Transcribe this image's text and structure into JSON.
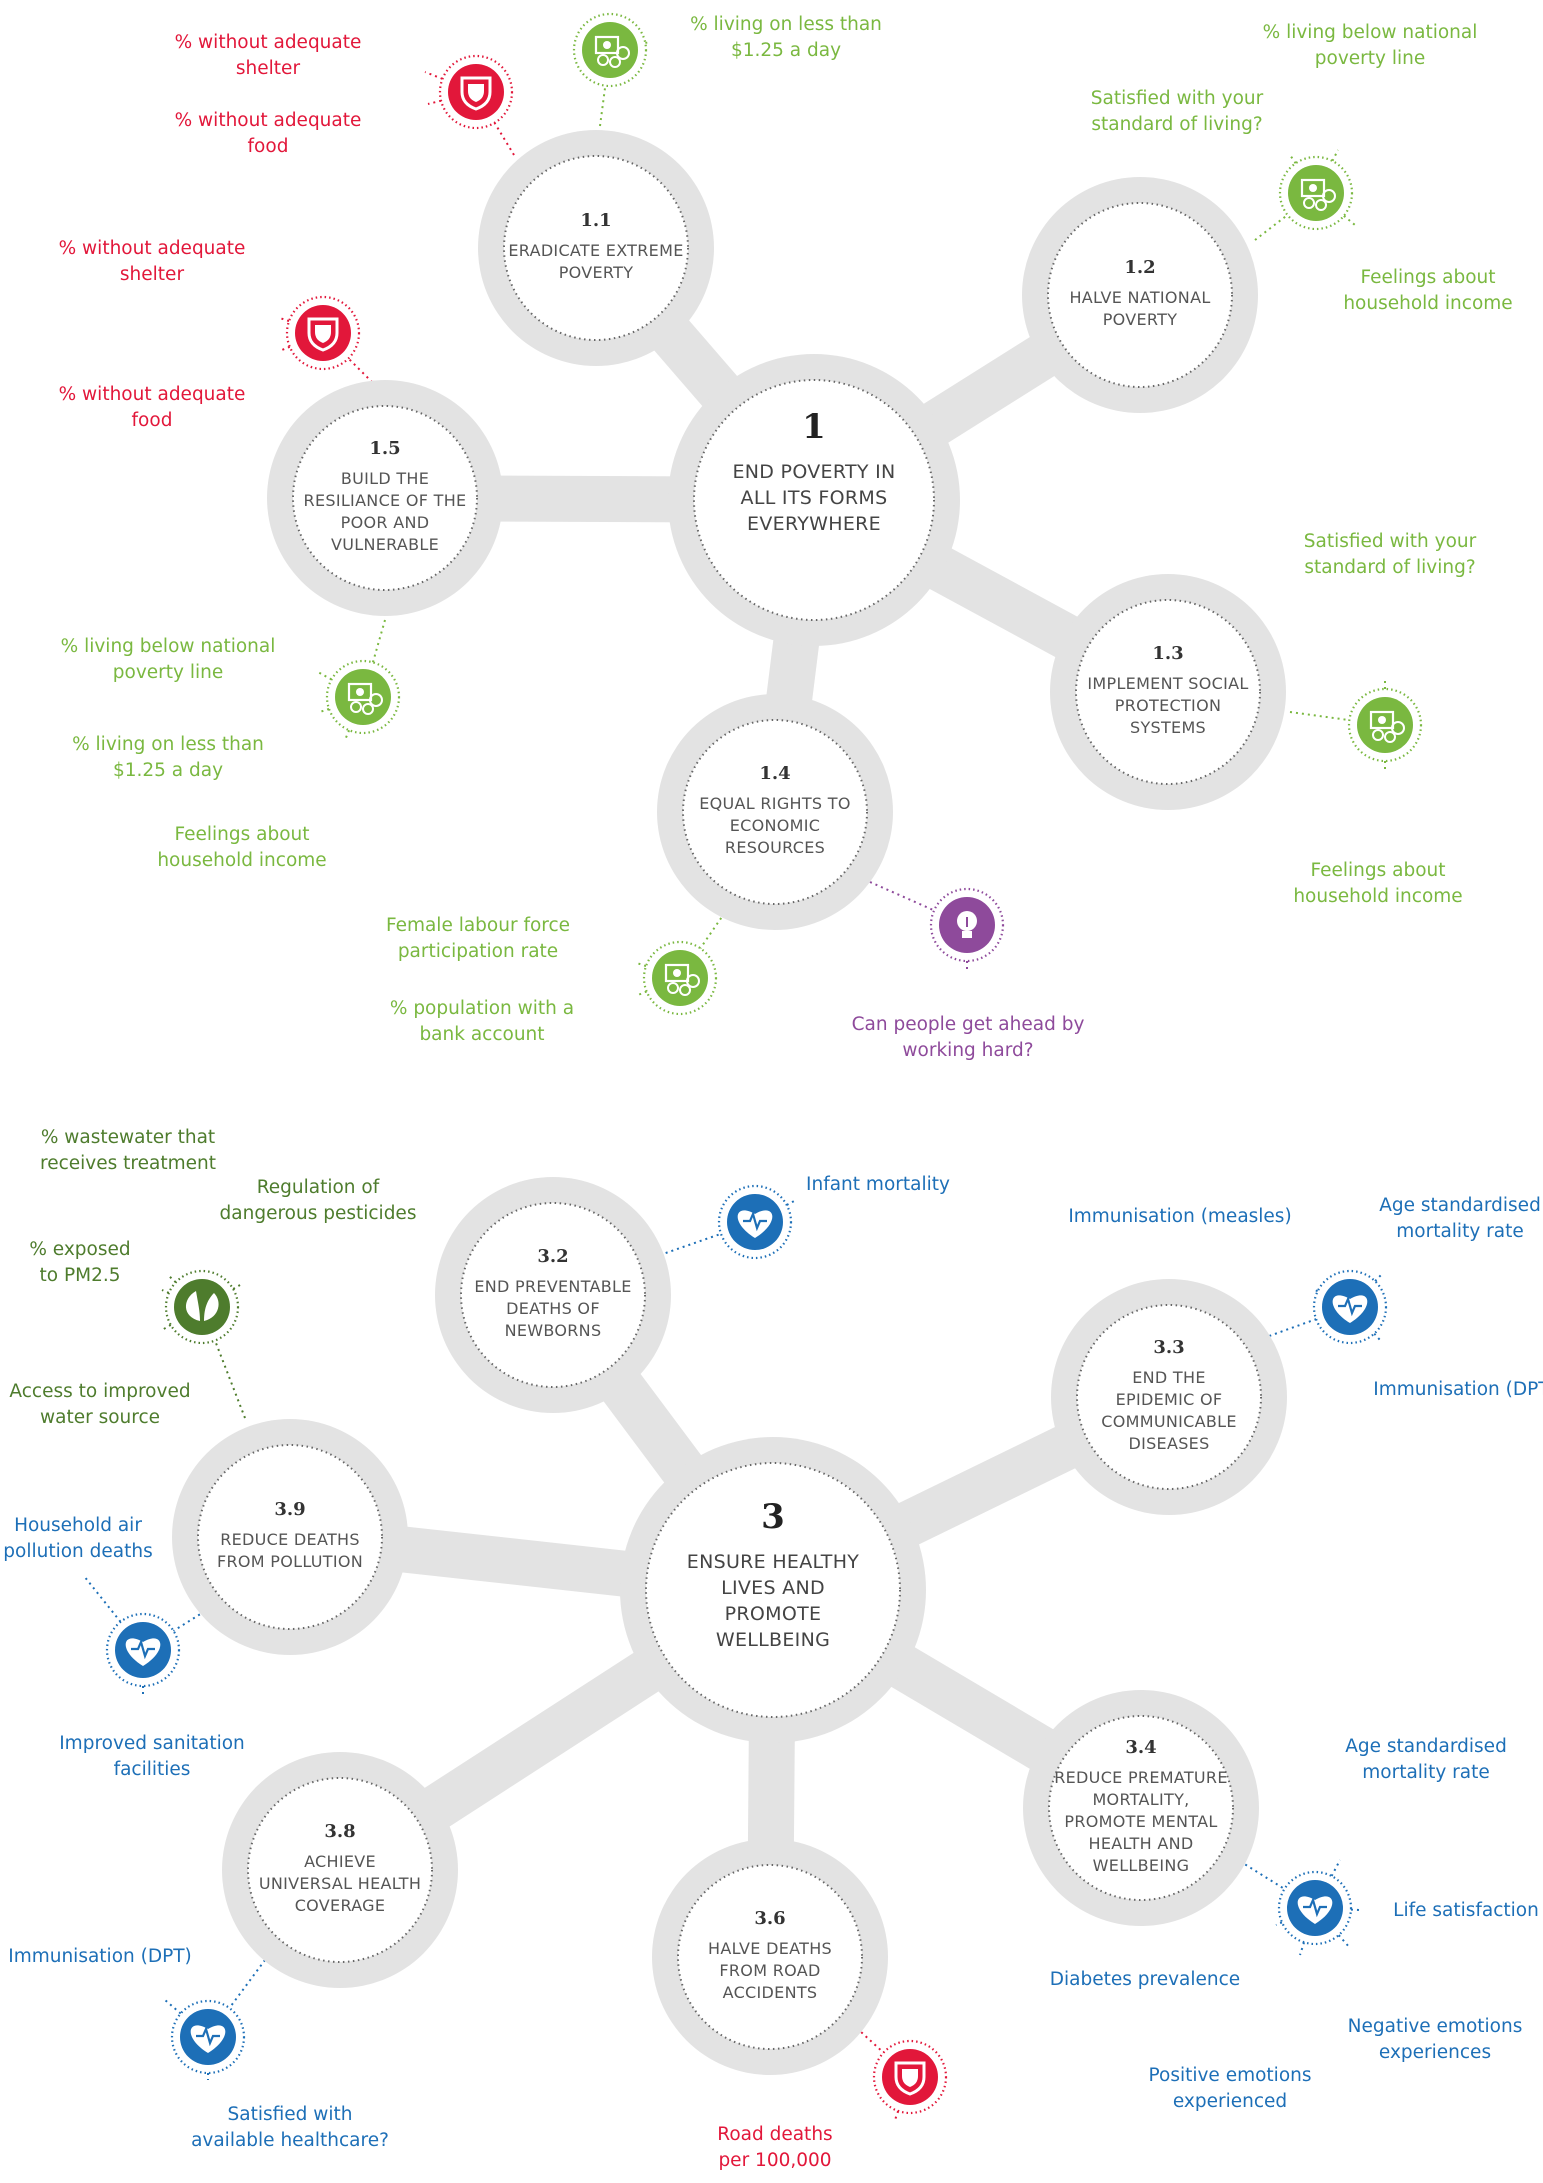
{
  "colors": {
    "hub": "#e3e3e3",
    "green": "#7ab840",
    "dark_green": "#4e7c2d",
    "red": "#e2173a",
    "blue": "#1d6fb7",
    "purple": "#8e4a9b",
    "text_dark": "#333333"
  },
  "goal1": {
    "number": "1",
    "title_lines": [
      "END POVERTY IN",
      "ALL ITS FORMS",
      "EVERYWHERE"
    ],
    "targets": [
      {
        "key": "1.1",
        "number": "1.1",
        "title_lines": [
          "ERADICATE EXTREME",
          "POVERTY"
        ]
      },
      {
        "key": "1.2",
        "number": "1.2",
        "title_lines": [
          "HALVE NATIONAL",
          "POVERTY"
        ]
      },
      {
        "key": "1.3",
        "number": "1.3",
        "title_lines": [
          "IMPLEMENT SOCIAL",
          "PROTECTION",
          "SYSTEMS"
        ]
      },
      {
        "key": "1.4",
        "number": "1.4",
        "title_lines": [
          "EQUAL RIGHTS TO",
          "ECONOMIC",
          "RESOURCES"
        ]
      },
      {
        "key": "1.5",
        "number": "1.5",
        "title_lines": [
          "BUILD THE",
          "RESILIANCE OF THE",
          "POOR AND",
          "VULNERABLE"
        ]
      }
    ]
  },
  "goal3": {
    "number": "3",
    "title_lines": [
      "ENSURE HEALTHY",
      "LIVES AND",
      "PROMOTE",
      "WELLBEING"
    ],
    "targets": [
      {
        "key": "3.2",
        "number": "3.2",
        "title_lines": [
          "END PREVENTABLE",
          "DEATHS OF",
          "NEWBORNS"
        ]
      },
      {
        "key": "3.3",
        "number": "3.3",
        "title_lines": [
          "END THE",
          "EPIDEMIC OF",
          "COMMUNICABLE",
          "DISEASES"
        ]
      },
      {
        "key": "3.4",
        "number": "3.4",
        "title_lines": [
          "REDUCE PREMATURE",
          "MORTALITY,",
          "PROMOTE MENTAL",
          "HEALTH AND",
          "WELLBEING"
        ]
      },
      {
        "key": "3.6",
        "number": "3.6",
        "title_lines": [
          "HALVE DEATHS",
          "FROM ROAD",
          "ACCIDENTS"
        ]
      },
      {
        "key": "3.8",
        "number": "3.8",
        "title_lines": [
          "ACHIEVE",
          "UNIVERSAL HEALTH",
          "COVERAGE"
        ]
      },
      {
        "key": "3.9",
        "number": "3.9",
        "title_lines": [
          "REDUCE DEATHS",
          "FROM POLLUTION"
        ]
      }
    ]
  },
  "indicator_groups": [
    {
      "icon": "shield-icon",
      "color": "red",
      "indicators": [
        [
          "% without adequate",
          "shelter"
        ],
        [
          "% without adequate",
          "food"
        ]
      ]
    },
    {
      "icon": "money-icon",
      "color": "green",
      "indicators": [
        [
          "% living on less than",
          "$1.25 a day"
        ]
      ]
    },
    {
      "icon": "money-icon",
      "color": "green",
      "indicators": [
        [
          "% living below national",
          "poverty line"
        ],
        [
          "Satisfied with your",
          "standard of living?"
        ],
        [
          "Feelings about",
          "household income"
        ]
      ]
    },
    {
      "icon": "shield-icon",
      "color": "red",
      "indicators": [
        [
          "% without adequate",
          "shelter"
        ],
        [
          "% without adequate",
          "food"
        ]
      ]
    },
    {
      "icon": "money-icon",
      "color": "green",
      "indicators": [
        [
          "Satisfied with your",
          "standard of living?"
        ],
        [
          "Feelings about",
          "household income"
        ]
      ]
    },
    {
      "icon": "money-icon",
      "color": "green",
      "indicators": [
        [
          "% living below national",
          "poverty line"
        ],
        [
          "% living on less than",
          "$1.25 a day"
        ],
        [
          "Feelings about",
          "household income"
        ]
      ]
    },
    {
      "icon": "money-icon",
      "color": "green",
      "indicators": [
        [
          "Female labour force",
          "participation rate"
        ],
        [
          "% population with a",
          "bank account"
        ]
      ]
    },
    {
      "icon": "lightbulb-icon",
      "color": "purple",
      "indicators": [
        [
          "Can people get ahead by",
          "working hard?"
        ]
      ]
    },
    {
      "icon": "leaf-icon",
      "color": "dark_green",
      "indicators": [
        [
          "% wastewater that",
          "receives treatment"
        ],
        [
          "Regulation of",
          "dangerous pesticides"
        ],
        [
          "% exposed",
          "to PM2.5"
        ],
        [
          "Access to improved",
          "water source"
        ]
      ]
    },
    {
      "icon": "heart-icon",
      "color": "blue",
      "indicators": [
        [
          "Infant mortality"
        ]
      ]
    },
    {
      "icon": "heart-icon",
      "color": "blue",
      "indicators": [
        [
          "Age standardised",
          "mortality rate"
        ],
        [
          "Immunisation (measles)"
        ],
        [
          "Immunisation (DPT)"
        ]
      ]
    },
    {
      "icon": "heart-icon",
      "color": "blue",
      "indicators": [
        [
          "Household air",
          "pollution deaths"
        ],
        [
          "Improved sanitation",
          "facilities"
        ]
      ]
    },
    {
      "icon": "heart-icon",
      "color": "blue",
      "indicators": [
        [
          "Age standardised",
          "mortality rate"
        ],
        [
          "Life satisfaction"
        ],
        [
          "Diabetes prevalence"
        ],
        [
          "Negative emotions",
          "experiences"
        ],
        [
          "Positive emotions",
          "experienced"
        ]
      ]
    },
    {
      "icon": "heart-icon",
      "color": "blue",
      "indicators": [
        [
          "Immunisation (DPT)"
        ],
        [
          "Satisfied with",
          "available healthcare?"
        ]
      ]
    },
    {
      "icon": "shield-icon",
      "color": "red",
      "indicators": [
        [
          "Road deaths",
          "per 100,000"
        ]
      ]
    }
  ]
}
